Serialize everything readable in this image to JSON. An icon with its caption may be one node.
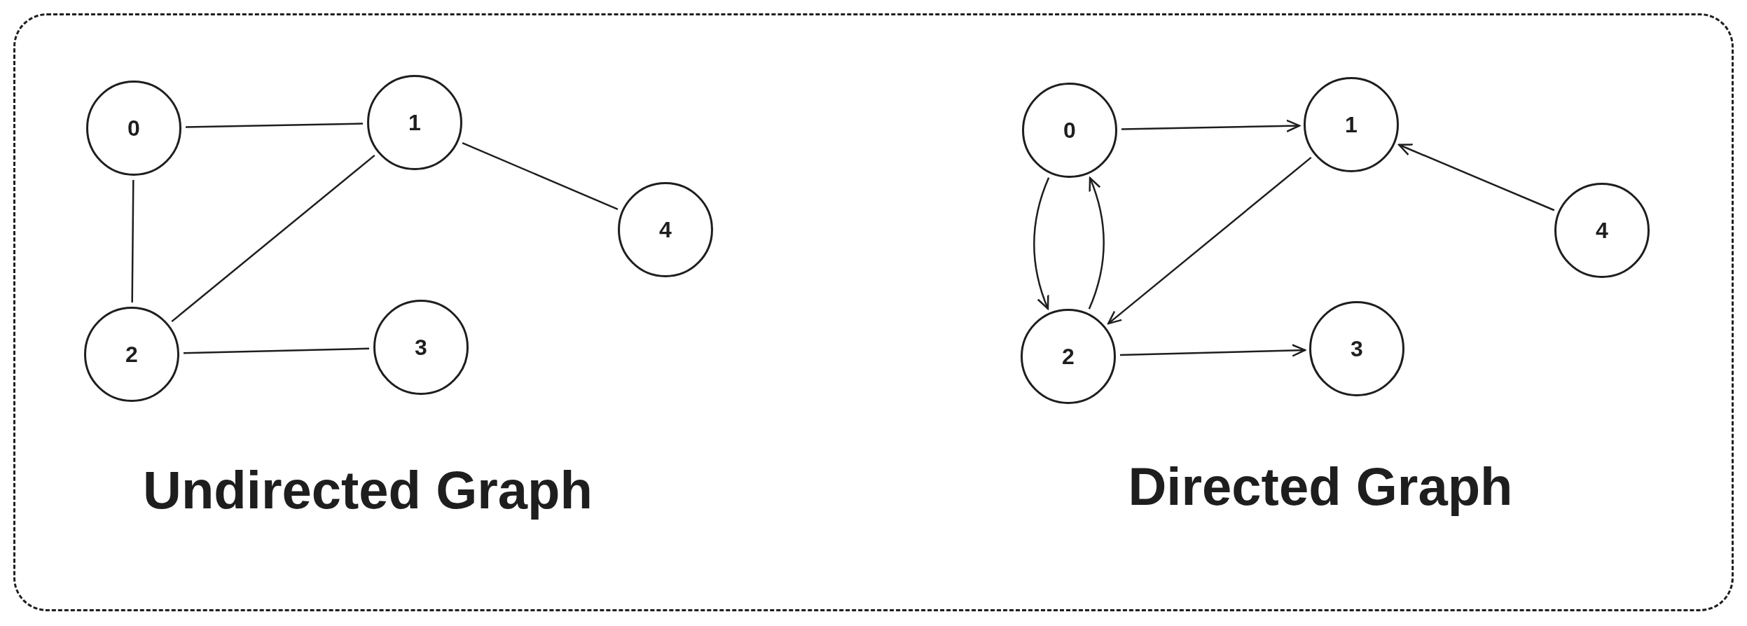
{
  "diagram": {
    "nodes": [
      {
        "text": [
          "0"
        ]
      },
      {
        "text": [
          "1"
        ]
      },
      {
        "text": [
          "2"
        ]
      },
      {
        "text": [
          "3"
        ]
      },
      {
        "text": [
          "4"
        ]
      },
      {
        "text": [
          "0"
        ]
      },
      {
        "text": [
          "1"
        ]
      },
      {
        "text": [
          "2"
        ]
      },
      {
        "text": [
          "3"
        ]
      },
      {
        "text": [
          "4"
        ]
      }
    ],
    "edges": [
      {
        "from": 0,
        "to": 1,
        "arrow": "none"
      },
      {
        "from": 0,
        "to": 2,
        "arrow": "none"
      },
      {
        "from": 1,
        "to": 2,
        "arrow": "none"
      },
      {
        "from": 1,
        "to": 4,
        "arrow": "none"
      },
      {
        "from": 2,
        "to": 3,
        "arrow": "none"
      },
      {
        "from": 5,
        "to": 6,
        "arrow": "to"
      },
      {
        "from": 5,
        "to": 7,
        "arrow": "to"
      },
      {
        "from": 7,
        "to": 5,
        "arrow": "to"
      },
      {
        "from": 6,
        "to": 7,
        "arrow": "to"
      },
      {
        "from": 7,
        "to": 8,
        "arrow": "to"
      },
      {
        "from": 9,
        "to": 6,
        "arrow": "to"
      }
    ],
    "labels": [
      "Undirected Graph",
      "Directed Graph"
    ]
  }
}
